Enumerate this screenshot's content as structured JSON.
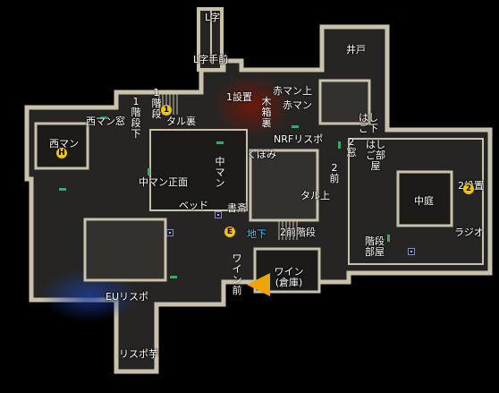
{
  "map": {
    "labels": {
      "l_ji": "L字",
      "l_ji_temae": "L字手前",
      "ido": "井戸",
      "ikkai_kaidan_shita": "1階段下",
      "ikkai_dan": "1階段",
      "taru_ura": "タル裏",
      "ichi_secchi": "1設置",
      "akaman_ue": "赤マン上",
      "akaman": "赤マン",
      "kibako_ura": "木箱裏",
      "hashigo_shita": "はしご下",
      "nishiman_mado": "西マン窓",
      "nishiman": "西マン",
      "nrf_risupo": "NRFリスポ",
      "ni_mado": "2窓",
      "hashigo_heya": "はしご部屋",
      "naka_man": "中マン",
      "kubomi": "くぼみ",
      "ni_mae": "2前",
      "naka_man_shomen": "中マン正面",
      "taru_ue": "タル上",
      "nakaniwa": "中庭",
      "ni_secchi": "2設置",
      "beddo": "ベッド",
      "shosai": "書斎",
      "chika": "地下",
      "ni_mae_kaidan": "2前階段",
      "kaidan_heya": "階段部屋",
      "rajio": "ラジオ",
      "wain_mae": "ワイン前",
      "wain_souko": "ワイン(倉庫)",
      "eu_risupo": "EUリスポ",
      "risupo_imo": "リスポ芋"
    },
    "markers": {
      "site_one": "1",
      "site_two": "2",
      "site_hero": "H",
      "site_enemy": "E"
    },
    "colors": {
      "wall": "#c9c1ac",
      "floor": "#262523",
      "room_dark": "#1c1b1a",
      "room_light": "#33312e",
      "accent": "#f0a400",
      "marker": "#f2c400",
      "cyan_label": "#3ec9e6",
      "red_glow": "#8a1a0a",
      "blue_glow": "#1a3a8a"
    },
    "icons": [
      "camera-icon",
      "objective-marker-icon",
      "player-direction-arrow-icon"
    ]
  }
}
